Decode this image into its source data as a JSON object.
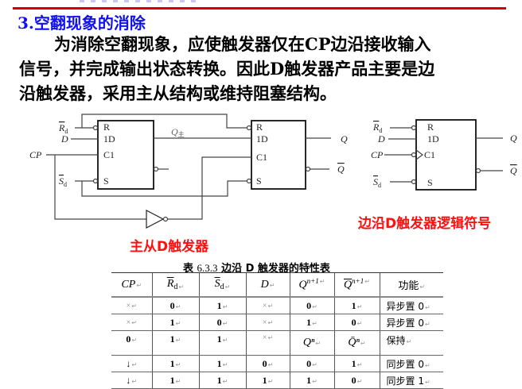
{
  "section": {
    "title": "3.空翻现象的消除",
    "paragraph_lines": [
      "为消除空翻现象，应使触发器仅在CP边沿接收输入",
      "信号，并完成输出状态转换。因此D触发器产品主要是边",
      "沿触发器，采用主从结构或维持阻塞结构。"
    ]
  },
  "diagram_master_slave": {
    "caption": "主从D触发器",
    "inputs": {
      "rd": "R",
      "rd_sub": "d",
      "d": "D",
      "cp": "CP",
      "sd": "S",
      "sd_sub": "d"
    },
    "master_pins": [
      "R",
      "1D",
      "C1",
      "S"
    ],
    "master_output": "Q",
    "master_output_sub": "主",
    "slave_pins": [
      "R",
      "1D",
      "C1",
      "S"
    ],
    "outputs": {
      "q": "Q",
      "qbar": "Q"
    }
  },
  "diagram_edge_symbol": {
    "caption": "边沿D触发器逻辑符号",
    "inputs": {
      "rd": "R",
      "rd_sub": "d",
      "d": "D",
      "cp": "CP",
      "sd": "S",
      "sd_sub": "d"
    },
    "pins": [
      "R",
      "1D",
      "C1",
      "S"
    ],
    "outputs": {
      "q": "Q",
      "qbar": "Q"
    }
  },
  "table": {
    "title_prefix": "表",
    "title_number": "6.3.3",
    "title_text": "边沿 D 触发器的特性表",
    "headers": [
      "CP",
      "R",
      "S",
      "D",
      "Q",
      "Q",
      "功能"
    ],
    "header_subs": [
      "",
      "d",
      "d",
      "",
      "n+1",
      "n+1",
      ""
    ],
    "rows": [
      [
        "×",
        "0",
        "1",
        "×",
        "0",
        "1",
        "异步置 0"
      ],
      [
        "×",
        "1",
        "0",
        "×",
        "1",
        "0",
        "异步置 0"
      ],
      [
        "0",
        "1",
        "1",
        "×",
        "Qⁿ",
        "Q̄ⁿ",
        "保持"
      ],
      [
        "↓",
        "1",
        "1",
        "0",
        "0",
        "1",
        "同步置 0"
      ],
      [
        "↓",
        "1",
        "1",
        "1",
        "1",
        "0",
        "同步置 1"
      ]
    ]
  }
}
